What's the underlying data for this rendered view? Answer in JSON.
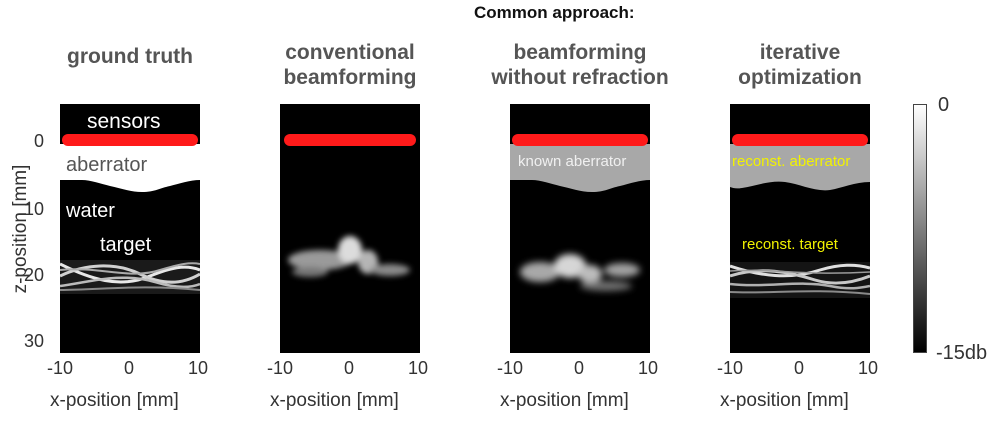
{
  "top_title": "Common approach:",
  "panels": [
    {
      "title_line1": "",
      "title_line2": "ground truth",
      "labels": {
        "sensors": "sensors",
        "aberrator": "aberrator",
        "water": "water",
        "target": "target"
      }
    },
    {
      "title_line1": "conventional",
      "title_line2": "beamforming"
    },
    {
      "title_line1": "beamforming",
      "title_line2": "without refraction",
      "labels": {
        "aberrator": "known aberrator"
      }
    },
    {
      "title_line1": "iterative",
      "title_line2": "optimization",
      "labels": {
        "aberrator": "reconst. aberrator",
        "target": "reconst. target"
      }
    }
  ],
  "axes": {
    "xlabel": "x-position [mm]",
    "ylabel": "z-position [mm]",
    "xticks": [
      "-10",
      "0",
      "10"
    ],
    "yticks": [
      "0",
      "10",
      "20",
      "30"
    ]
  },
  "colorbar": {
    "top_label": "0",
    "bottom_label": "-15db"
  },
  "colors": {
    "sensor": "#ff1a1a",
    "reconst_label": "#f2f200",
    "aberrator_known": "#a8a8a8",
    "aberrator_truth": "#ffffff"
  }
}
